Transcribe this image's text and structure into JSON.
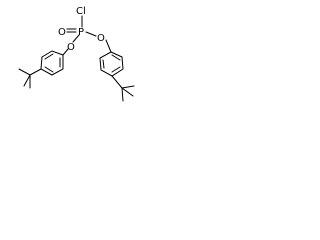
{
  "structure": {
    "atoms": {
      "chlorine": "Cl",
      "phosphorus": "P",
      "oxo_oxygen": "O",
      "left_ester_oxygen": "O",
      "right_ester_oxygen": "O"
    },
    "colors": {
      "ink": "#000000",
      "background": "#ffffff"
    }
  }
}
